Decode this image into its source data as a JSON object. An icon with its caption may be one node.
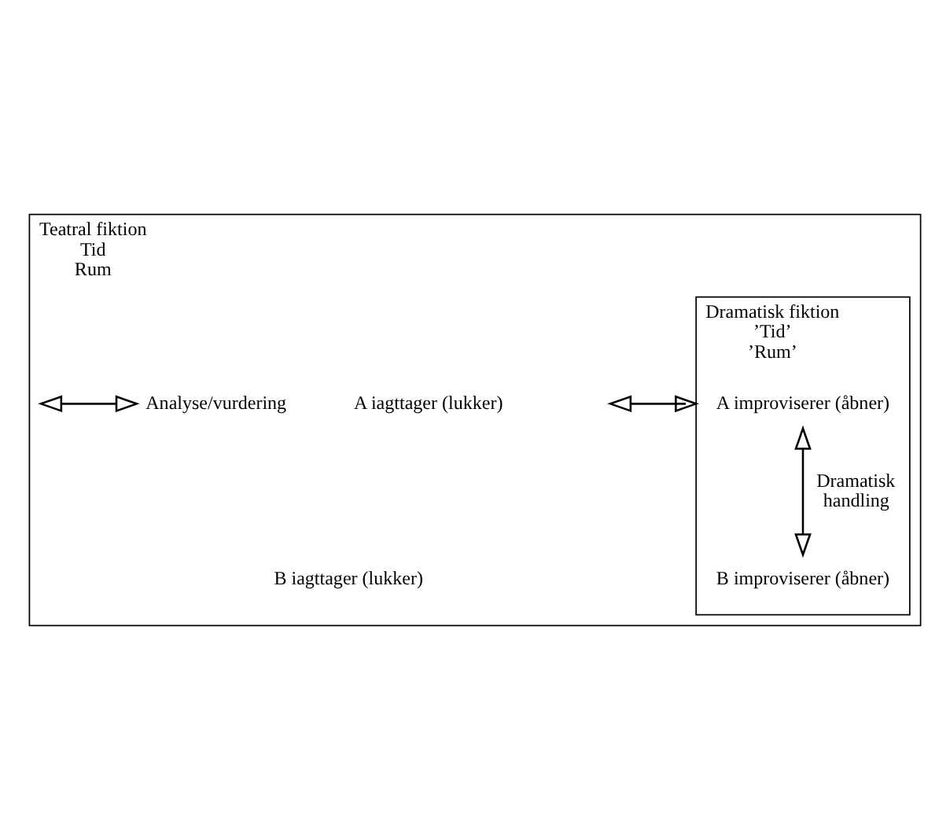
{
  "diagram": {
    "nodes": [
      {
        "text": [
          "Teatral fiktion",
          "Tid",
          "Rum"
        ]
      },
      {
        "text": [
          "Dramatisk fiktion",
          "’Tid’",
          "’Rum’"
        ],
        "in": 0
      },
      {
        "text": [
          "A iagttager (lukker)"
        ],
        "in": 0
      },
      {
        "text": [
          "B iagttager (lukker)"
        ],
        "in": 0
      },
      {
        "text": [
          "A improviserer (åbner)"
        ],
        "in": 1
      },
      {
        "text": [
          "B improviserer (åbner)"
        ],
        "in": 1
      },
      {
        "text": [
          "Analyse/vurdering"
        ],
        "in": 0
      }
    ],
    "edges": [
      {
        "from": null,
        "to": 1,
        "arrow": "both"
      },
      {
        "from": 4,
        "to": 5,
        "arrow": "both",
        "label": "Dramatisk handling"
      },
      {
        "from": null,
        "to": 6,
        "arrow": "both"
      }
    ]
  }
}
